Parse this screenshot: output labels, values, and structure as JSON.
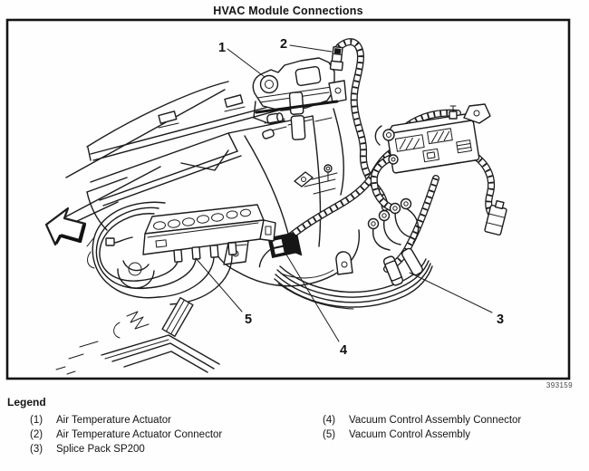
{
  "title": "HVAC Module Connections",
  "figure_number": "393159",
  "callouts": [
    "1",
    "2",
    "3",
    "4",
    "5"
  ],
  "legend": {
    "heading": "Legend",
    "items": [
      {
        "num": "(1)",
        "label": "Air Temperature Actuator"
      },
      {
        "num": "(2)",
        "label": "Air Temperature Actuator Connector"
      },
      {
        "num": "(3)",
        "label": "Splice Pack SP200"
      },
      {
        "num": "(4)",
        "label": "Vacuum Control Assembly Connector"
      },
      {
        "num": "(5)",
        "label": "Vacuum Control Assembly"
      }
    ]
  },
  "colors": {
    "ink": "#1c1c1c",
    "background": "#fefefe"
  }
}
